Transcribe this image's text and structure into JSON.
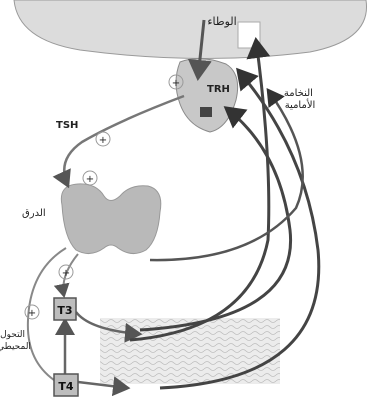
{
  "labels": {
    "hypothalamus": "الوطاء",
    "trh": "TRH",
    "tsh": "TSH",
    "thyroid": "الدرق",
    "pituitary": "النخامة الأمامية",
    "t3": "T3",
    "t4": "T4",
    "peripheral_conversion": "التحول المحيطي"
  },
  "signs": {
    "plus": "+"
  },
  "colors": {
    "hypothalamus_fill": "#dcdcdc",
    "pituitary_fill": "#c8c8c8",
    "thyroid_fill": "#b9b9b9",
    "tissue_fill": "#ececec",
    "feedback_arrow": "#444444",
    "line": "#777777"
  }
}
